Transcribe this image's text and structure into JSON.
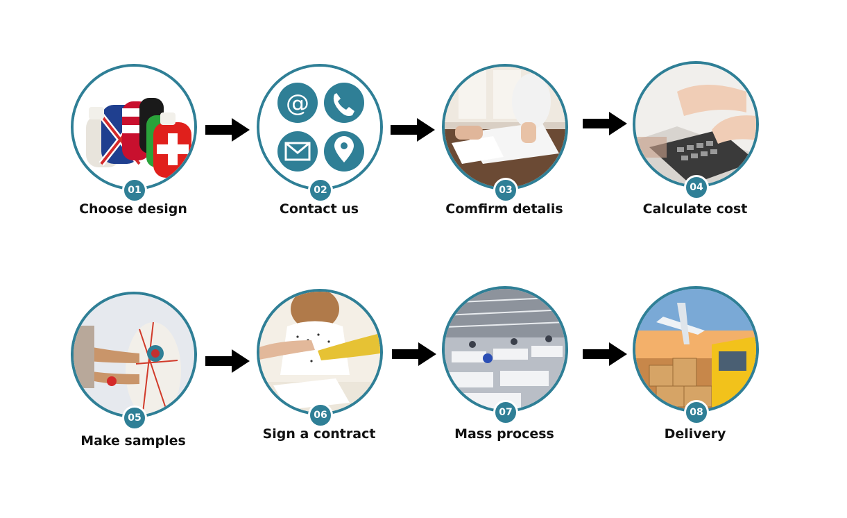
{
  "steps": [
    {
      "number": "01",
      "label": "Choose design",
      "image": "hot-water-bottles-photo"
    },
    {
      "number": "02",
      "label": "Contact us",
      "image": "contact-icons"
    },
    {
      "number": "03",
      "label": "Comfirm detalis",
      "image": "signing-documents-photo"
    },
    {
      "number": "04",
      "label": "Calculate cost",
      "image": "calculator-photo"
    },
    {
      "number": "05",
      "label": "Make samples",
      "image": "tailor-mannequin-photo"
    },
    {
      "number": "06",
      "label": "Sign a contract",
      "image": "handshake-photo"
    },
    {
      "number": "07",
      "label": "Mass process",
      "image": "factory-floor-photo"
    },
    {
      "number": "08",
      "label": "Delivery",
      "image": "plane-truck-boxes-photo"
    }
  ],
  "colors": {
    "accent": "#2f7f96",
    "arrow": "#000000",
    "text": "#111111"
  }
}
